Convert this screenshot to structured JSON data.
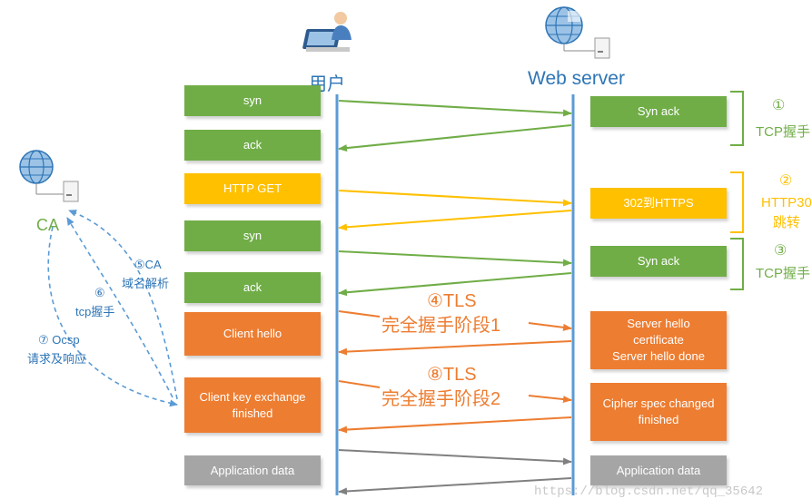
{
  "actors": {
    "user": "用户",
    "server": "Web server",
    "ca": "CA"
  },
  "left_boxes": [
    {
      "label": "syn",
      "color": "green"
    },
    {
      "label": "ack",
      "color": "green"
    },
    {
      "label": "HTTP GET",
      "color": "yellow"
    },
    {
      "label": "syn",
      "color": "green"
    },
    {
      "label": "ack",
      "color": "green"
    },
    {
      "label": "Client hello",
      "color": "orange"
    },
    {
      "label": "Client key exchange\nfinished",
      "color": "orange"
    },
    {
      "label": "Application data",
      "color": "gray"
    }
  ],
  "right_boxes": [
    {
      "label": "Syn ack",
      "color": "green"
    },
    {
      "label": "302到HTTPS",
      "color": "yellow"
    },
    {
      "label": "Syn ack",
      "color": "green"
    },
    {
      "label": "Server hello\ncertificate\nServer hello done",
      "color": "orange"
    },
    {
      "label": "Cipher spec changed\nfinished",
      "color": "orange"
    },
    {
      "label": "Application data",
      "color": "gray"
    }
  ],
  "phases": [
    {
      "num": "①",
      "text": "TCP握手"
    },
    {
      "num": "②",
      "text": "HTTP30\n跳转"
    },
    {
      "num": "③",
      "text": "TCP握手"
    }
  ],
  "tls_phases": [
    {
      "title": "④TLS",
      "sub": "完全握手阶段1"
    },
    {
      "title": "⑧TLS",
      "sub": "完全握手阶段2"
    }
  ],
  "ca_notes": [
    {
      "num": "⑤CA",
      "text": "域名解析"
    },
    {
      "num": "⑥",
      "text": "tcp握手"
    },
    {
      "num": "⑦ Ocsp",
      "text": "请求及响应"
    }
  ],
  "watermark": "https://blog.csdn.net/qq_35642",
  "colors": {
    "green": "#70ad47",
    "yellow": "#ffc000",
    "orange": "#ed7d31",
    "gray": "#808080",
    "blue": "#5b9bd5",
    "bracket_green": "#70ad47",
    "bracket_yellow": "#ffc000"
  }
}
